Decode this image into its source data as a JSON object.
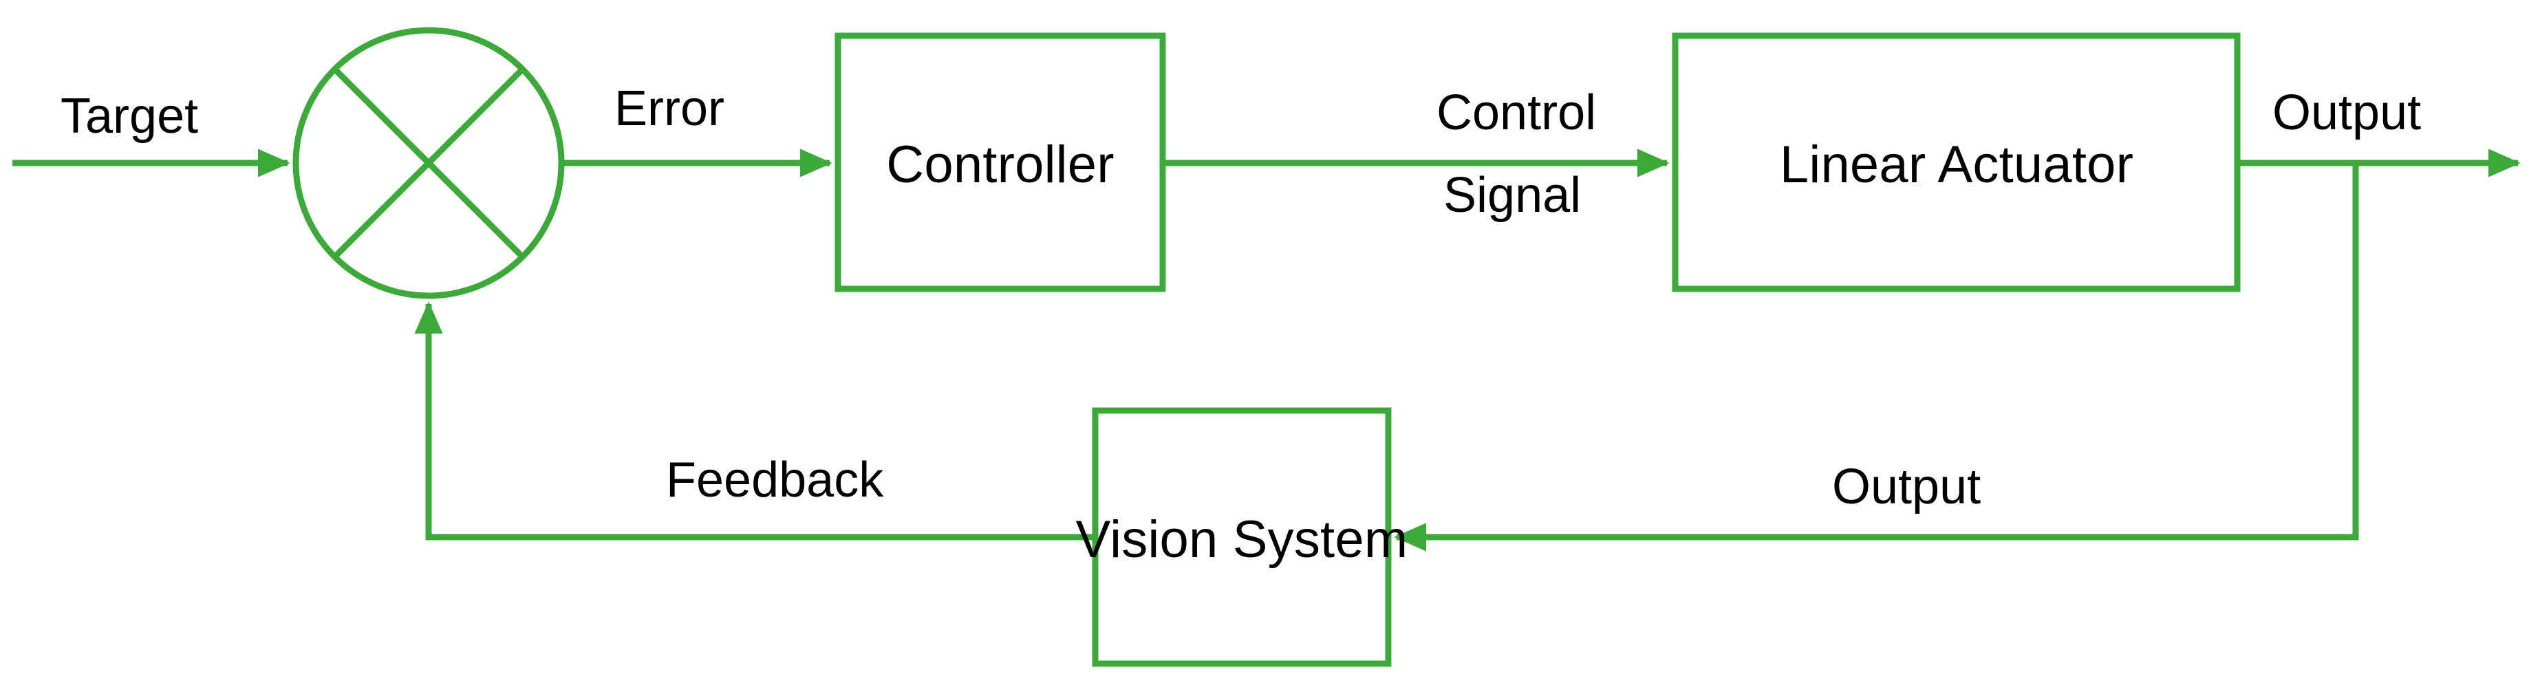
{
  "diagram": {
    "title": "Closed-loop control block diagram",
    "colors": {
      "line": "#3DA93B",
      "text": "#000000",
      "background": "#FFFFFF"
    },
    "blocks": [
      {
        "id": "summing-junction",
        "label": "",
        "shape": "circle-with-x"
      },
      {
        "id": "controller",
        "label": "Controller",
        "shape": "rectangle"
      },
      {
        "id": "linear-actuator",
        "label": "Linear Actuator",
        "shape": "rectangle"
      },
      {
        "id": "vision-system",
        "label": "Vision System",
        "shape": "rectangle"
      }
    ],
    "signals": [
      {
        "id": "target",
        "label": "Target"
      },
      {
        "id": "error",
        "label": "Error"
      },
      {
        "id": "control-signal-line1",
        "label": "Control"
      },
      {
        "id": "control-signal-line2",
        "label": "Signal"
      },
      {
        "id": "output-forward",
        "label": "Output"
      },
      {
        "id": "output-feedback-tap",
        "label": "Output"
      },
      {
        "id": "feedback",
        "label": "Feedback"
      }
    ]
  }
}
